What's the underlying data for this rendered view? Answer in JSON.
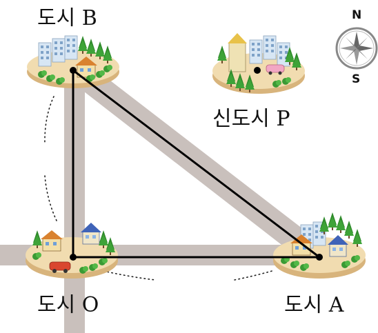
{
  "labels": {
    "city_b": "도시 B",
    "new_city_p": "신도시 P",
    "city_o": "도시 O",
    "city_a": "도시 A"
  },
  "compass": {
    "north": "N",
    "south": "S"
  },
  "colors": {
    "road": "#c9c0bc",
    "base_top": "#f1dcb0",
    "base_side": "#d8b47c",
    "tree": "#2f8a2b",
    "building": "#cfe0f0",
    "line": "#000000"
  }
}
